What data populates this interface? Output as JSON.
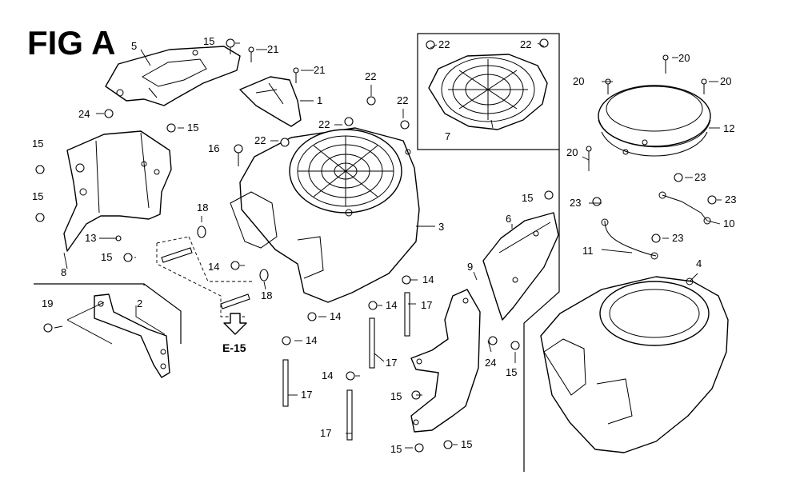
{
  "figure": {
    "title": "FIG A",
    "reference": "E-15"
  },
  "callouts": [
    "1",
    "2",
    "3",
    "4",
    "5",
    "6",
    "7",
    "8",
    "9",
    "10",
    "11",
    "12",
    "13",
    "14",
    "15",
    "16",
    "17",
    "18",
    "19",
    "20",
    "21",
    "22",
    "23",
    "24"
  ]
}
